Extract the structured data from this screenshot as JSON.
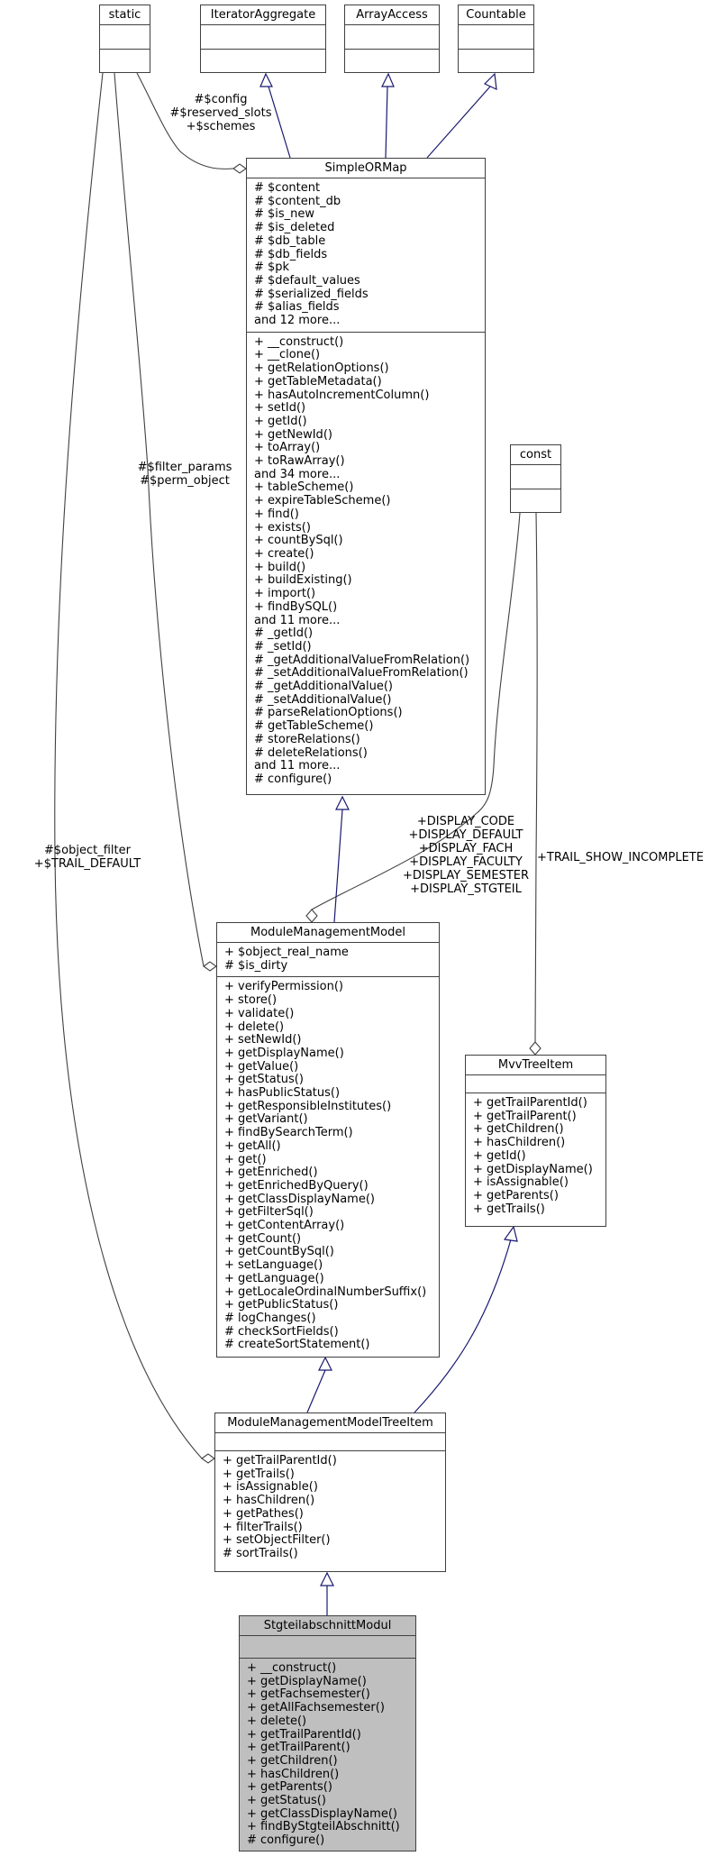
{
  "diagram": {
    "colors": {
      "inheritance": "#191970",
      "aggregation": "#404040",
      "border": "#404040",
      "node_fill": "#ffffff",
      "focused_fill": "#bfbfbf"
    },
    "classes": {
      "static": {
        "title": "static",
        "attrs": [],
        "methods": []
      },
      "iterator_aggregate": {
        "title": "IteratorAggregate",
        "attrs": [],
        "methods": []
      },
      "array_access": {
        "title": "ArrayAccess",
        "attrs": [],
        "methods": []
      },
      "countable": {
        "title": "Countable",
        "attrs": [],
        "methods": []
      },
      "const": {
        "title": "const",
        "attrs": [],
        "methods": []
      },
      "simple_or_map": {
        "title": "SimpleORMap",
        "attrs": [
          "# $content",
          "# $content_db",
          "# $is_new",
          "# $is_deleted",
          "# $db_table",
          "# $db_fields",
          "# $pk",
          "# $default_values",
          "# $serialized_fields",
          "# $alias_fields",
          "and 12 more..."
        ],
        "methods": [
          "+ __construct()",
          "+ __clone()",
          "+ getRelationOptions()",
          "+ getTableMetadata()",
          "+ hasAutoIncrementColumn()",
          "+ setId()",
          "+ getId()",
          "+ getNewId()",
          "+ toArray()",
          "+ toRawArray()",
          "and 34 more...",
          "+ tableScheme()",
          "+ expireTableScheme()",
          "+ find()",
          "+ exists()",
          "+ countBySql()",
          "+ create()",
          "+ build()",
          "+ buildExisting()",
          "+ import()",
          "+ findBySQL()",
          "and 11 more...",
          "# _getId()",
          "# _setId()",
          "# _getAdditionalValueFromRelation()",
          "# _setAdditionalValueFromRelation()",
          "# _getAdditionalValue()",
          "# _setAdditionalValue()",
          "# parseRelationOptions()",
          "# getTableScheme()",
          "# storeRelations()",
          "# deleteRelations()",
          "and 11 more...",
          "# configure()"
        ]
      },
      "module_management_model": {
        "title": "ModuleManagementModel",
        "attrs": [
          "+ $object_real_name",
          "# $is_dirty"
        ],
        "methods": [
          "+ verifyPermission()",
          "+ store()",
          "+ validate()",
          "+ delete()",
          "+ setNewId()",
          "+ getDisplayName()",
          "+ getValue()",
          "+ getStatus()",
          "+ hasPublicStatus()",
          "+ getResponsibleInstitutes()",
          "+ getVariant()",
          "+ findBySearchTerm()",
          "+ getAll()",
          "+ get()",
          "+ getEnriched()",
          "+ getEnrichedByQuery()",
          "+ getClassDisplayName()",
          "+ getFilterSql()",
          "+ getContentArray()",
          "+ getCount()",
          "+ getCountBySql()",
          "+ setLanguage()",
          "+ getLanguage()",
          "+ getLocaleOrdinalNumberSuffix()",
          "+ getPublicStatus()",
          "# logChanges()",
          "# checkSortFields()",
          "# createSortStatement()"
        ]
      },
      "mvv_tree_item": {
        "title": "MvvTreeItem",
        "attrs": [],
        "methods": [
          "+ getTrailParentId()",
          "+ getTrailParent()",
          "+ getChildren()",
          "+ hasChildren()",
          "+ getId()",
          "+ getDisplayName()",
          "+ isAssignable()",
          "+ getParents()",
          "+ getTrails()"
        ]
      },
      "module_management_model_tree_item": {
        "title": "ModuleManagementModelTreeItem",
        "attrs": [],
        "methods": [
          "+ getTrailParentId()",
          "+ getTrails()",
          "+ isAssignable()",
          "+ hasChildren()",
          "+ getPathes()",
          "+ filterTrails()",
          "+ setObjectFilter()",
          "# sortTrails()"
        ]
      },
      "stgteilabschnitt_modul": {
        "title": "StgteilabschnittModul",
        "attrs": [],
        "methods": [
          "+ __construct()",
          "+ getDisplayName()",
          "+ getFachsemester()",
          "+ getAllFachsemester()",
          "+ delete()",
          "+ getTrailParentId()",
          "+ getTrailParent()",
          "+ getChildren()",
          "+ hasChildren()",
          "+ getParents()",
          "+ getStatus()",
          "+ getClassDisplayName()",
          "+ findByStgteilAbschnitt()",
          "# configure()"
        ]
      }
    },
    "edge_labels": {
      "static_to_simpleormap": [
        "#$config",
        "#$reserved_slots",
        "+$schemes"
      ],
      "static_to_mmm": [
        "#$filter_params",
        "#$perm_object"
      ],
      "static_to_mmmti": [
        "#$object_filter",
        "+$TRAIL_DEFAULT"
      ],
      "const_to_mmm": [
        "+DISPLAY_CODE",
        "+DISPLAY_DEFAULT",
        "+DISPLAY_FACH",
        "+DISPLAY_FACULTY",
        "+DISPLAY_SEMESTER",
        "+DISPLAY_STGTEIL"
      ],
      "const_to_mvvtreeitem": [
        "+TRAIL_SHOW_INCOMPLETE"
      ]
    }
  }
}
